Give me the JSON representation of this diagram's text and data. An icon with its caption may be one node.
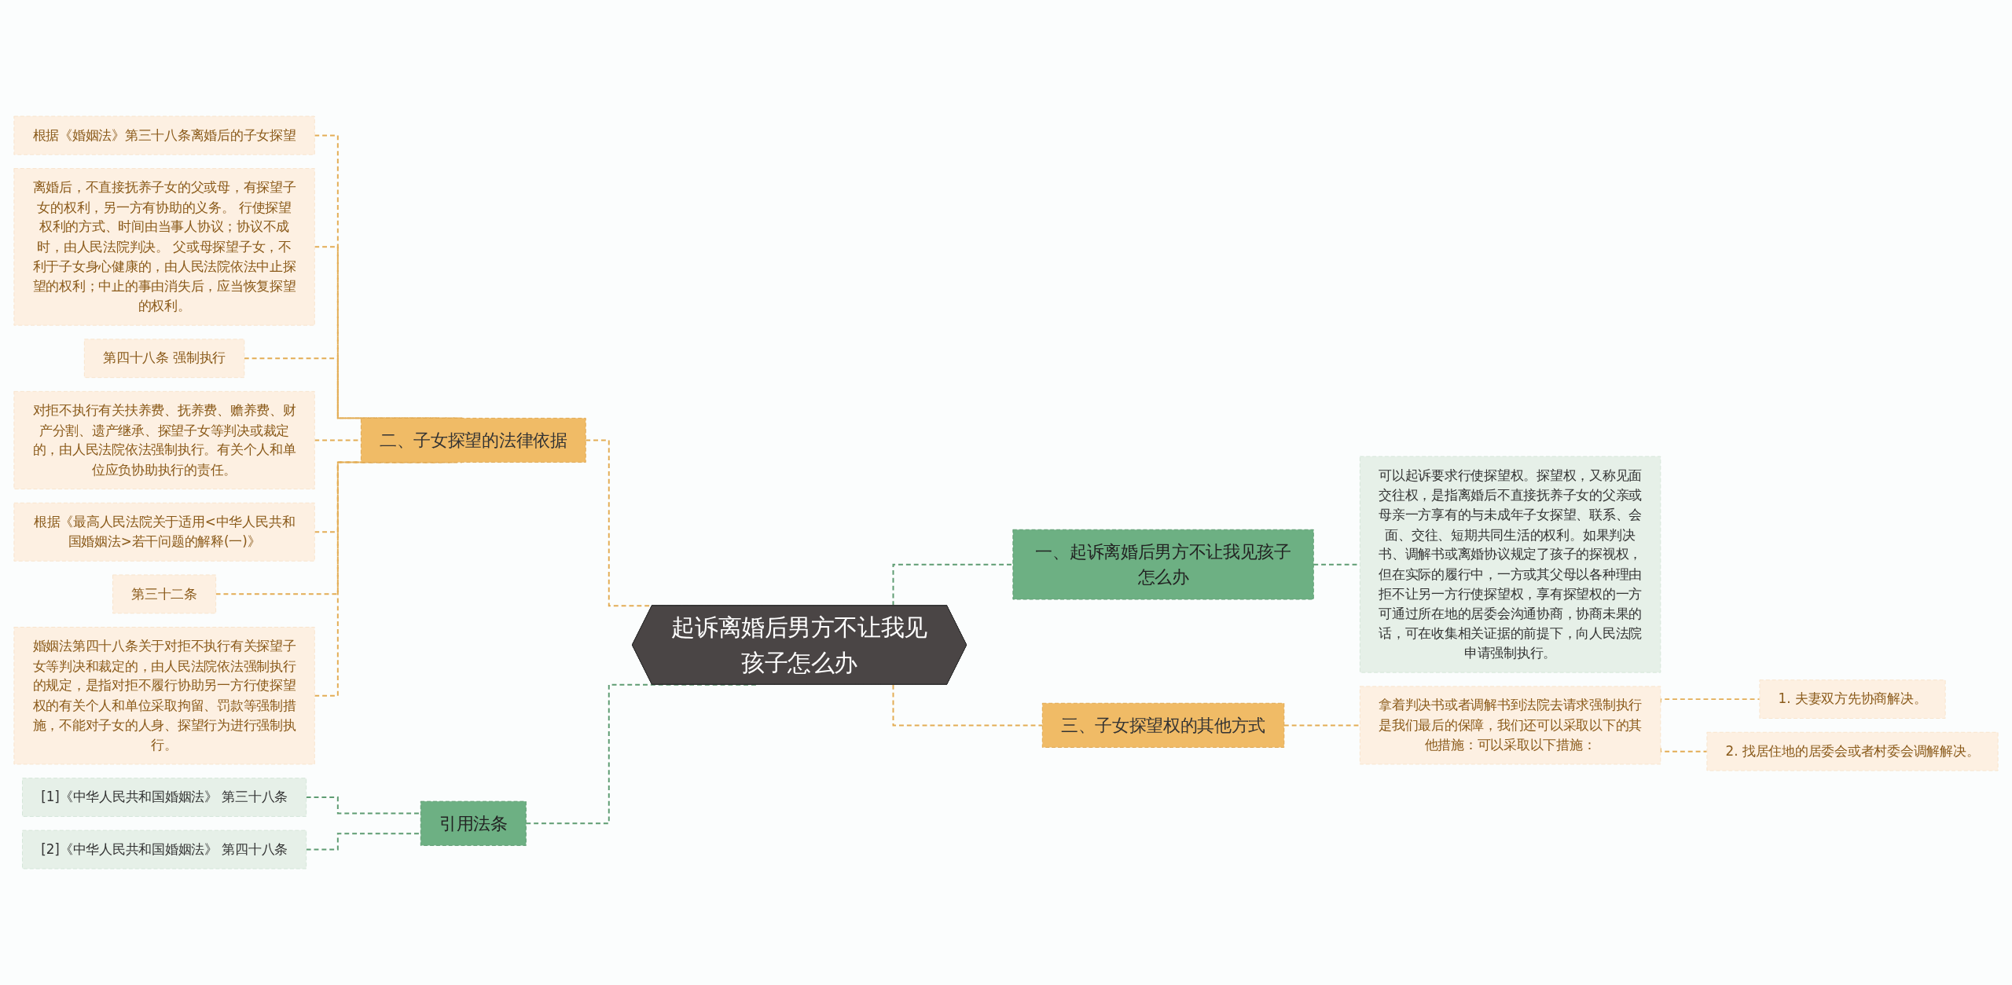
{
  "diagram": {
    "nodes": [
      {
        "text": [
          "起诉离婚后男方不让我见孩子怎么办"
        ]
      },
      {
        "text": [
          "二、子女探望的法律依据"
        ]
      },
      {
        "text": [
          "根据《婚姻法》第三十八条离婚后的子女探望"
        ]
      },
      {
        "text": [
          "离婚后，不直接抚养子女的父或母，有探望子女的权利，另一方有协助的义务。 行使探望权利的方式、时间由当事人协议；协议不成时，由人民法院判决。 父或母探望子女，不利于子女身心健康的，由人民法院依法中止探望的权利；中止的事由消失后，应当恢复探望的权利。"
        ]
      },
      {
        "text": [
          "第四十八条 强制执行"
        ]
      },
      {
        "text": [
          "对拒不执行有关扶养费、抚养费、赡养费、财产分割、遗产继承、探望子女等判决或裁定的，由人民法院依法强制执行。有关个人和单位应负协助执行的责任。"
        ]
      },
      {
        "text": [
          "根据《最高人民法院关于适用<中华人民共和国婚姻法>若干问题的解释(一)》"
        ]
      },
      {
        "text": [
          "第三十二条"
        ]
      },
      {
        "text": [
          "婚姻法第四十八条关于对拒不执行有关探望子女等判决和裁定的，由人民法院依法强制执行的规定，是指对拒不履行协助另一方行使探望权的有关个人和单位采取拘留、罚款等强制措施，不能对子女的人身、探望行为进行强制执行。"
        ]
      },
      {
        "text": [
          "引用法条"
        ]
      },
      {
        "text": [
          "[1]《中华人民共和国婚姻法》 第三十八条"
        ]
      },
      {
        "text": [
          "[2]《中华人民共和国婚姻法》 第四十八条"
        ]
      },
      {
        "text": [
          "一、起诉离婚后男方不让我见孩子怎么办"
        ]
      },
      {
        "text": [
          "可以起诉要求行使探望权。探望权，又称见面交往权，是指离婚后不直接抚养子女的父亲或母亲一方享有的与未成年子女探望、联系、会面、交往、短期共同生活的权利。如果判决书、调解书或离婚协议规定了孩子的探视权，但在实际的履行中，一方或其父母以各种理由拒不让另一方行使探望权，享有探望权的一方可通过所在地的居委会沟通协商，协商未果的话，可在收集相关证据的前提下，向人民法院申请强制执行。"
        ]
      },
      {
        "text": [
          "三、子女探望权的其他方式"
        ]
      },
      {
        "text": [
          "拿着判决书或者调解书到法院去请求强制执行是我们最后的保障，我们还可以采取以下的其他措施：可以采取以下措施："
        ]
      },
      {
        "text": [
          "1. 夫妻双方先协商解决。"
        ]
      },
      {
        "text": [
          "2. 找居住地的居委会或者村委会调解解决。"
        ]
      }
    ],
    "edges": [
      {
        "from": 0,
        "to": 1,
        "arrow": "none",
        "style": "dashed"
      },
      {
        "from": 1,
        "to": 2,
        "arrow": "none",
        "style": "dashed"
      },
      {
        "from": 1,
        "to": 3,
        "arrow": "none",
        "style": "dashed"
      },
      {
        "from": 1,
        "to": 4,
        "arrow": "none",
        "style": "dashed"
      },
      {
        "from": 1,
        "to": 5,
        "arrow": "none",
        "style": "dashed"
      },
      {
        "from": 1,
        "to": 6,
        "arrow": "none",
        "style": "dashed"
      },
      {
        "from": 1,
        "to": 7,
        "arrow": "none",
        "style": "dashed"
      },
      {
        "from": 1,
        "to": 8,
        "arrow": "none",
        "style": "dashed"
      },
      {
        "from": 0,
        "to": 9,
        "arrow": "none",
        "style": "dashed",
        "color": "#5e9c72"
      },
      {
        "from": 9,
        "to": 10,
        "arrow": "none",
        "style": "dashed",
        "color": "#5e9c72"
      },
      {
        "from": 9,
        "to": 11,
        "arrow": "none",
        "style": "dashed",
        "color": "#5e9c72"
      },
      {
        "from": 0,
        "to": 12,
        "arrow": "none",
        "style": "dashed",
        "color": "#5e9c72"
      },
      {
        "from": 12,
        "to": 13,
        "arrow": "none",
        "style": "dashed",
        "color": "#5e9c72"
      },
      {
        "from": 0,
        "to": 14,
        "arrow": "none",
        "style": "dashed"
      },
      {
        "from": 14,
        "to": 15,
        "arrow": "none",
        "style": "dashed"
      },
      {
        "from": 15,
        "to": 16,
        "arrow": "none",
        "style": "dashed"
      },
      {
        "from": 15,
        "to": 17,
        "arrow": "none",
        "style": "dashed"
      }
    ]
  }
}
